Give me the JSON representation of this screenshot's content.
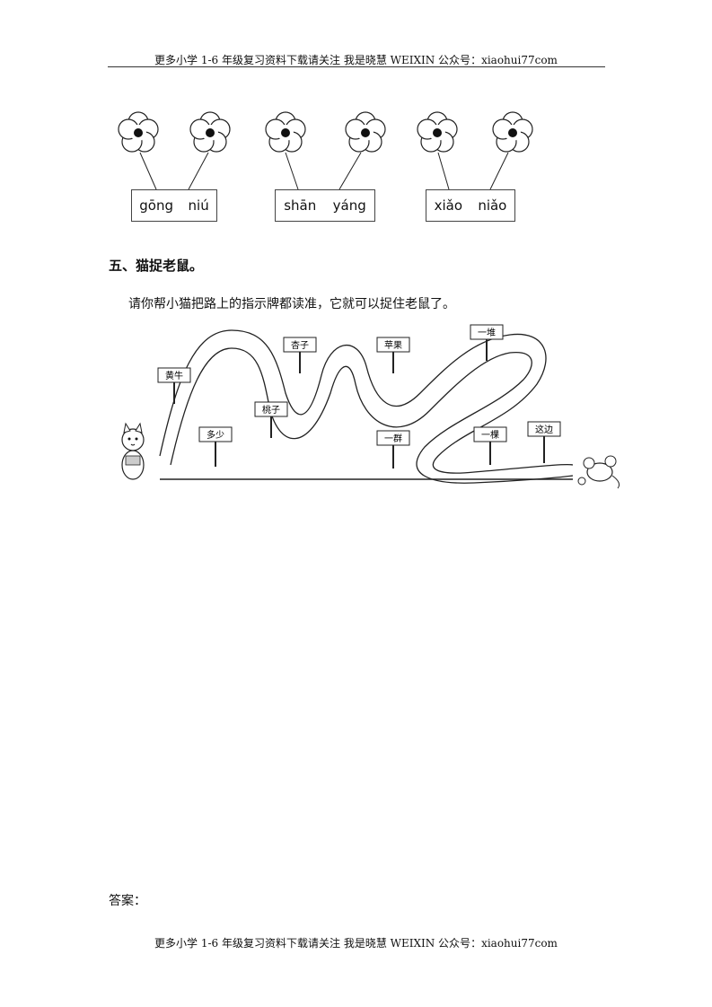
{
  "header": {
    "text": "更多小学 1-6 年级复习资料下载请关注  我是晓慧 WEIXIN 公众号：xiaohui77com"
  },
  "pairs": [
    {
      "left": "gōng",
      "right": "niú"
    },
    {
      "left": "shān",
      "right": "yáng"
    },
    {
      "left": "xiǎo",
      "right": "niǎo"
    }
  ],
  "section": {
    "title": "五、猫捉老鼠。",
    "instruction": "请你帮小猫把路上的指示牌都读准，它就可以捉住老鼠了。"
  },
  "signs": [
    "黄牛",
    "多少",
    "桃子",
    "杏子",
    "苹果",
    "一群",
    "一堆",
    "一棵",
    "这边"
  ],
  "answer_label": "答案：",
  "footer": {
    "text": "更多小学 1-6 年级复习资料下载请关注  我是晓慧 WEIXIN 公众号：xiaohui77com"
  }
}
